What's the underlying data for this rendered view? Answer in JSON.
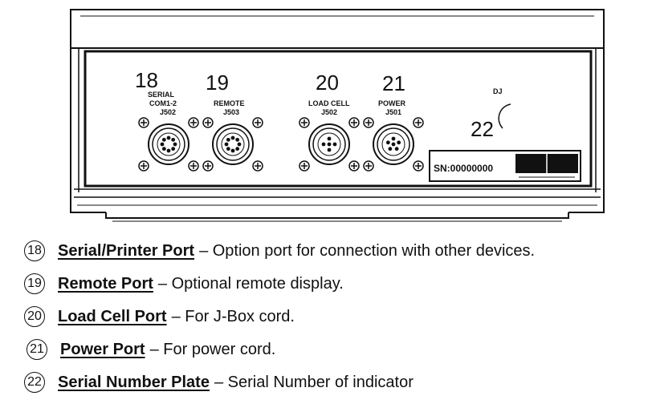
{
  "callouts": {
    "c18": "18",
    "c19": "19",
    "c20": "20",
    "c21": "21",
    "c22": "22"
  },
  "panel_labels": {
    "serial_l1": "SERIAL",
    "serial_l2": "COM1-2",
    "serial_l3": "J502",
    "remote_l1": "REMOTE",
    "remote_l2": "J503",
    "loadcell_l1": "LOAD CELL",
    "loadcell_l2": "J502",
    "power_l1": "POWER",
    "power_l2": "J501",
    "corner_text": "DJ",
    "serial_plate": "SN:00000000"
  },
  "legend": [
    {
      "number": "18",
      "title": "Serial/Printer Port",
      "description": "– Option port for connection with other devices."
    },
    {
      "number": "19",
      "title": "Remote Port",
      "description": "– Optional remote display."
    },
    {
      "number": "20",
      "title": "Load Cell Port",
      "description": "– For J-Box cord."
    },
    {
      "number": "21",
      "title": "Power Port",
      "description": "– For power cord."
    },
    {
      "number": "22",
      "title": "Serial Number Plate",
      "description": "– Serial Number of indicator"
    }
  ]
}
